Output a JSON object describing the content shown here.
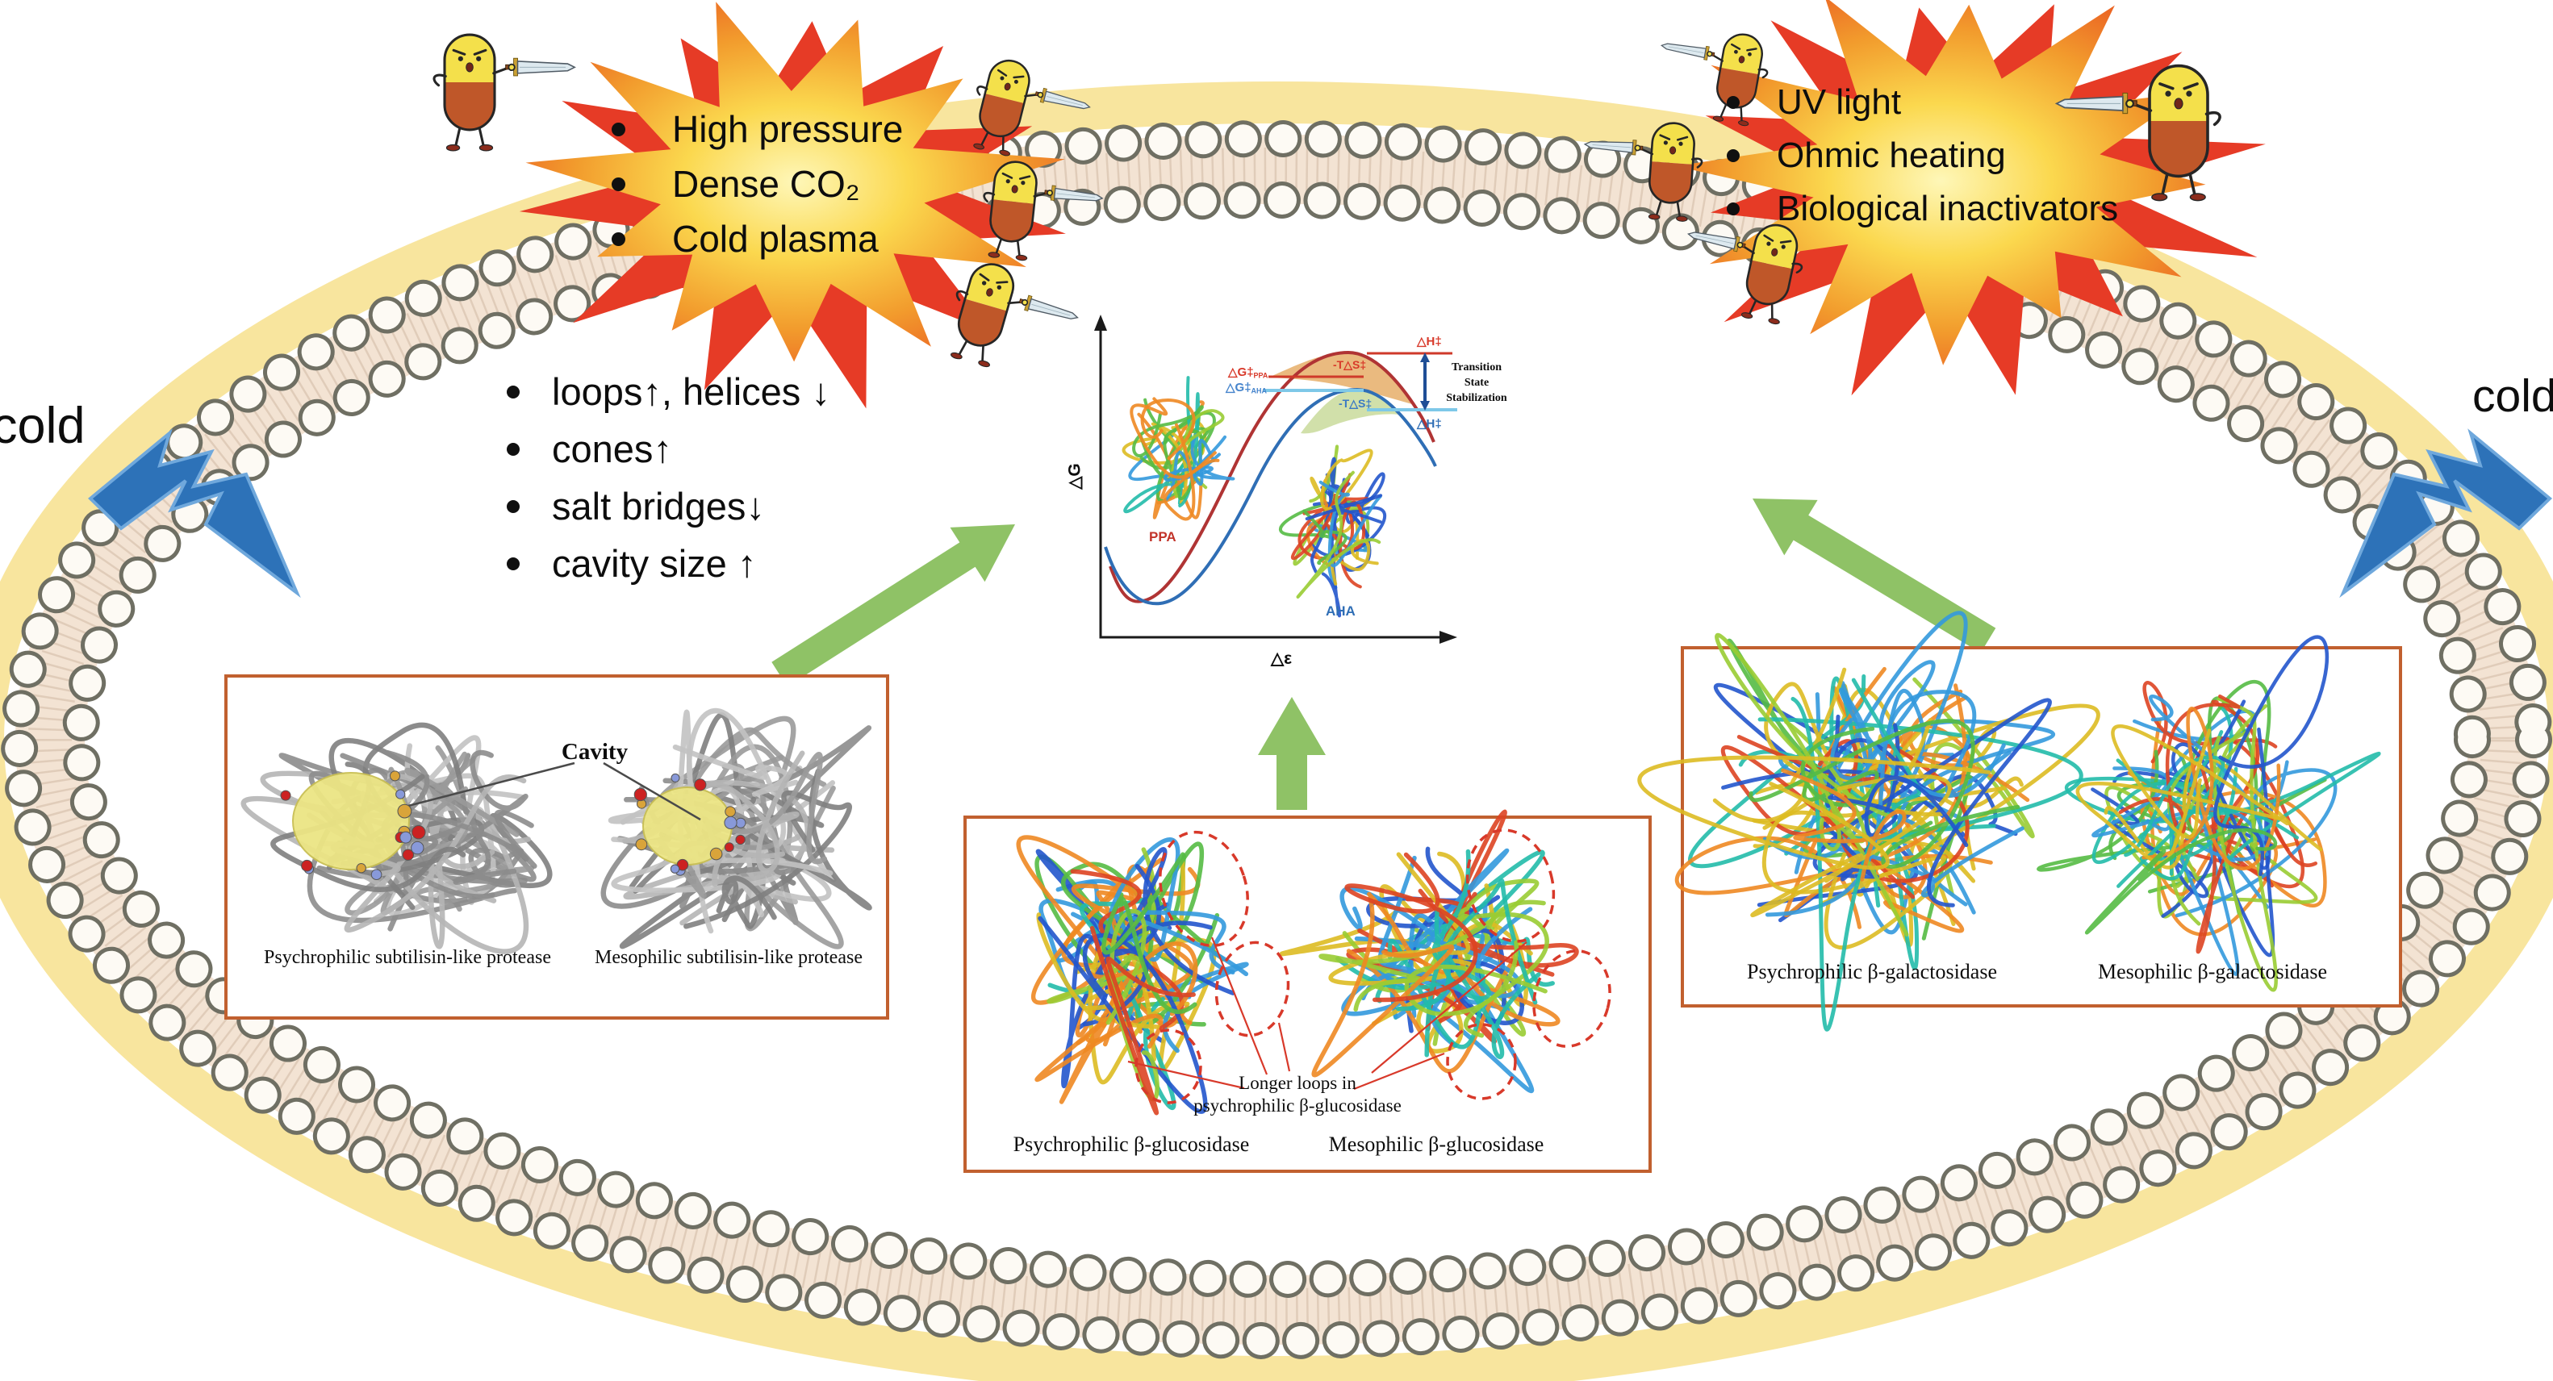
{
  "cold_labels": {
    "left": "cold",
    "right": "cold"
  },
  "inactivation_left": {
    "bullets": [
      "High pressure",
      "Dense CO₂",
      "Cold plasma"
    ]
  },
  "inactivation_right": {
    "bullets": [
      "UV light",
      "Ohmic heating",
      "Biological inactivators"
    ]
  },
  "cold_adaptations": {
    "bullets": [
      "loops↑, helices ↓",
      "cones↑",
      "salt bridges↓",
      "cavity size ↑"
    ]
  },
  "energy_diagram": {
    "y_axis_label": "△G",
    "x_axis_label": "△ε",
    "mesophilic_curve_label": "PPA",
    "psychrophilic_curve_label": "AHA",
    "activation_energy_ppa": {
      "main": "△G‡",
      "sub": "PPA"
    },
    "activation_energy_aha": {
      "main": "△G‡",
      "sub": "AHA"
    },
    "entropy_term_ppa": "-T△S‡",
    "entropy_term_aha": "-T△S‡",
    "enthalpy_term_ppa": "△H‡",
    "enthalpy_term_aha": "△H‡",
    "annotation_line1": "Transition",
    "annotation_line2": "State",
    "annotation_line3": "Stabilization"
  },
  "protease_panel": {
    "cavity_label": "Cavity",
    "left_caption": "Psychrophilic subtilisin-like protease",
    "right_caption": "Mesophilic subtilisin-like protease"
  },
  "glucosidase_panel": {
    "annotation_line1": "Longer loops in",
    "annotation_line2": "psychrophilic β-glucosidase",
    "left_caption": "Psychrophilic β-glucosidase",
    "right_caption": "Mesophilic β-glucosidase"
  },
  "galactosidase_panel": {
    "left_caption": "Psychrophilic β-galactosidase",
    "right_caption": "Mesophilic β-galactosidase"
  },
  "colors": {
    "burst_red": "#e63b26",
    "burst_core": "#fef7b8",
    "burst_mid": "#fbd84e",
    "burst_edge": "#ea5a22",
    "membrane_tail": "#f3e3d3",
    "membrane_outline": "#6f6f63",
    "membrane_head": "#fdfaf4",
    "outer_band_yellow": "#f8e59e",
    "green_arrow": "#8fc266",
    "bolt_blue": "#2d72b8",
    "box_border": "#c1602f",
    "ppa_red": "#b03434",
    "aha_blue": "#2f6eb5",
    "aha_light_blue": "#7ec8e8",
    "dark_blue_indicator": "#1f4e96",
    "warm_shade": "#e5a95f",
    "cool_shade": "#c9da9b",
    "cavity_yellow": "#ece584"
  }
}
